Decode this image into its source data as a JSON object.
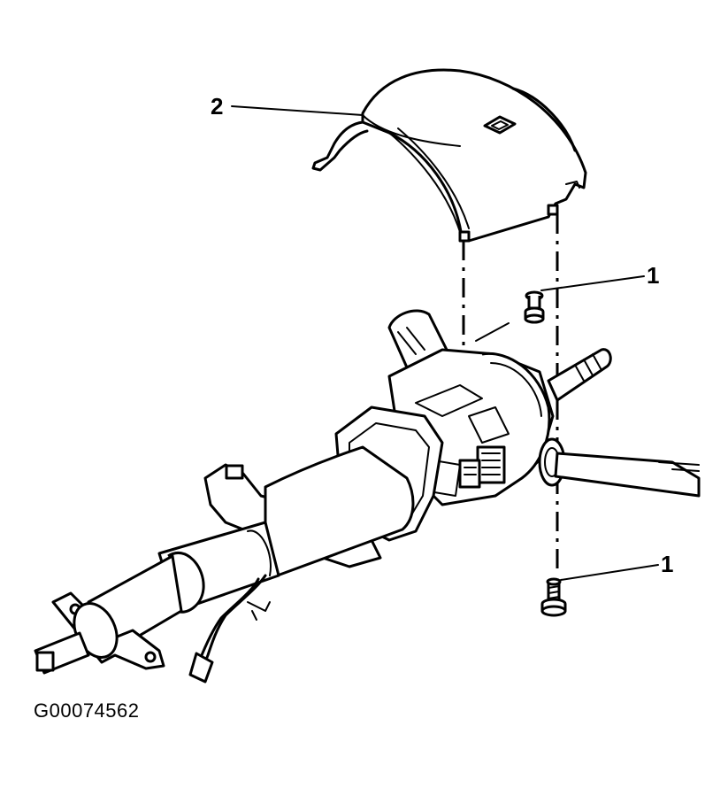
{
  "callouts": [
    {
      "label": "2"
    },
    {
      "label": "1"
    },
    {
      "label": "1"
    }
  ],
  "figure_id": "G00074562"
}
